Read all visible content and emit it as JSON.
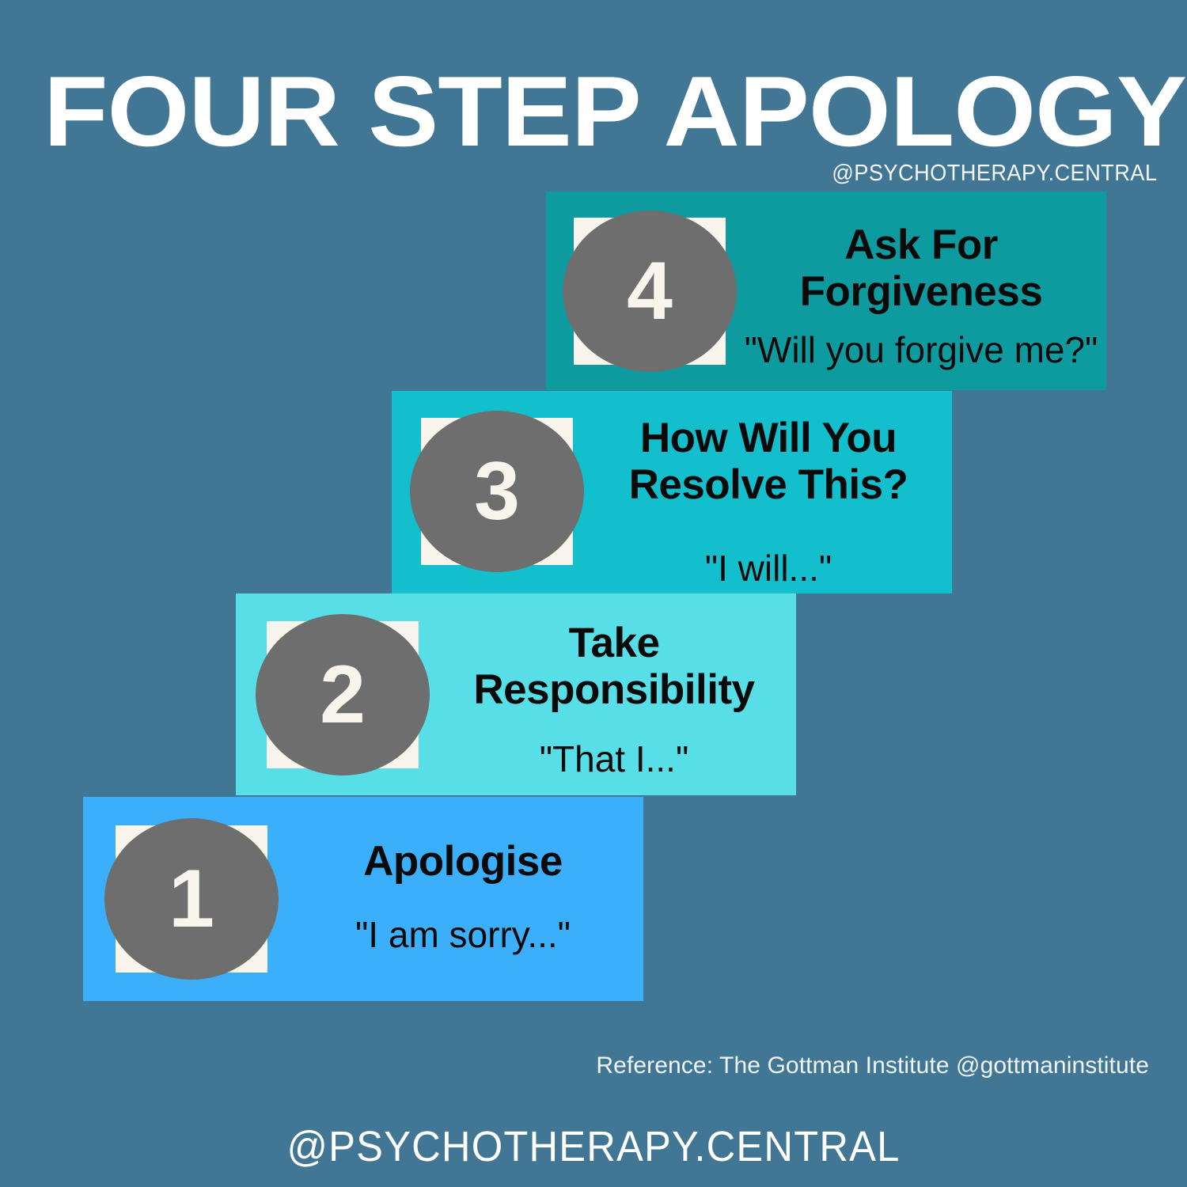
{
  "header": {
    "title": "FOUR STEP APOLOGY",
    "handle": "@PSYCHOTHERAPY.CENTRAL"
  },
  "colors": {
    "background": "#417795",
    "step1": "#3CAFFA",
    "step2": "#57DEE6",
    "step3": "#13BECD",
    "step4": "#0E9BA0",
    "badge_square": "#FAF5EC",
    "badge_circle": "#6E6E6E",
    "badge_number": "#FAF5EC",
    "card_text": "#0A0A0A",
    "header_text": "#FFFFFF"
  },
  "steps": [
    {
      "number": "4",
      "heading": "Ask For Forgiveness",
      "quote": "\"Will you forgive me?\""
    },
    {
      "number": "3",
      "heading": "How Will You Resolve This?",
      "quote": "\"I will...\""
    },
    {
      "number": "2",
      "heading": "Take Responsibility",
      "quote": "\"That I...\""
    },
    {
      "number": "1",
      "heading": "Apologise",
      "quote": "\"I am sorry...\""
    }
  ],
  "footer": {
    "reference": "Reference: The Gottman Institute @gottmaninstitute",
    "handle": "@PSYCHOTHERAPY.CENTRAL"
  }
}
